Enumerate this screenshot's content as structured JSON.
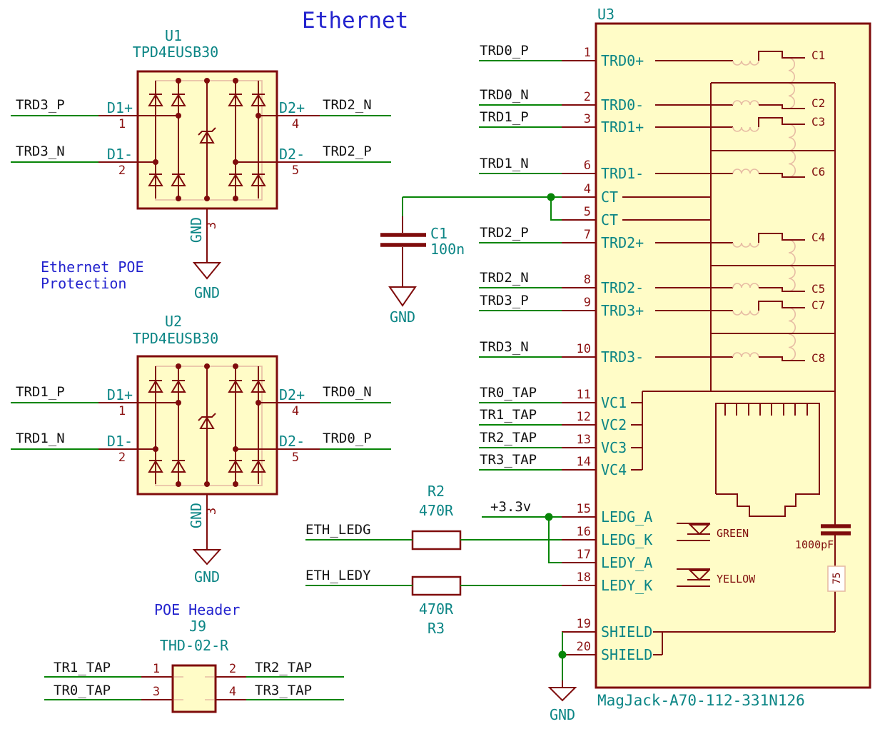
{
  "title": "Ethernet",
  "notes": {
    "poe_protection_line1": "Ethernet POE",
    "poe_protection_line2": "Protection",
    "poe_header": "POE Header"
  },
  "colors": {
    "wire_green": "#078507",
    "symbol_red": "#7F0C0C",
    "body_yellow": "#FFFCC7",
    "pin_name_teal": "#0B8585",
    "note_blue": "#2323CE",
    "net_label_black": "#141414",
    "winding_salmon": "#E7BCA4"
  },
  "u1": {
    "ref": "U1",
    "value": "TPD4EUSB30",
    "gnd_flag": "GND",
    "pin_names": [
      "D1+",
      "D1-",
      "D2+",
      "D2-",
      "GND"
    ],
    "pin_numbers": [
      "1",
      "2",
      "4",
      "5",
      "3"
    ],
    "nets": {
      "left1": "TRD3_P",
      "left2": "TRD3_N",
      "right1": "TRD2_N",
      "right2": "TRD2_P"
    }
  },
  "u2": {
    "ref": "U2",
    "value": "TPD4EUSB30",
    "gnd_flag": "GND",
    "pin_names": [
      "D1+",
      "D1-",
      "D2+",
      "D2-",
      "GND"
    ],
    "pin_numbers": [
      "1",
      "2",
      "4",
      "5",
      "3"
    ],
    "nets": {
      "left1": "TRD1_P",
      "left2": "TRD1_N",
      "right1": "TRD0_N",
      "right2": "TRD0_P"
    }
  },
  "j9": {
    "ref": "J9",
    "value": "THD-02-R",
    "pin_numbers": [
      "1",
      "2",
      "3",
      "4"
    ],
    "nets": {
      "left1": "TR1_TAP",
      "left2": "TR0_TAP",
      "right1": "TR2_TAP",
      "right2": "TR3_TAP"
    }
  },
  "c1": {
    "ref": "C1",
    "value": "100n",
    "gnd_flag": "GND"
  },
  "r2": {
    "ref": "R2",
    "value": "470R"
  },
  "r3": {
    "ref": "R3",
    "value": "470R"
  },
  "power_net": "+3.3v",
  "led_nets": {
    "green": "ETH_LEDG",
    "yellow": "ETH_LEDY"
  },
  "u3": {
    "ref": "U3",
    "value": "MagJack-A70-112-331N126",
    "gnd_flag": "GND",
    "pins": [
      {
        "number": "1",
        "name": "TRD0+"
      },
      {
        "number": "2",
        "name": "TRD0-"
      },
      {
        "number": "3",
        "name": "TRD1+"
      },
      {
        "number": "6",
        "name": "TRD1-"
      },
      {
        "number": "4",
        "name": "CT"
      },
      {
        "number": "5",
        "name": "CT"
      },
      {
        "number": "7",
        "name": "TRD2+"
      },
      {
        "number": "8",
        "name": "TRD2-"
      },
      {
        "number": "9",
        "name": "TRD3+"
      },
      {
        "number": "10",
        "name": "TRD3-"
      },
      {
        "number": "11",
        "name": "VC1"
      },
      {
        "number": "12",
        "name": "VC2"
      },
      {
        "number": "13",
        "name": "VC3"
      },
      {
        "number": "14",
        "name": "VC4"
      },
      {
        "number": "15",
        "name": "LEDG_A"
      },
      {
        "number": "16",
        "name": "LEDG_K"
      },
      {
        "number": "17",
        "name": "LEDY_A"
      },
      {
        "number": "18",
        "name": "LEDY_K"
      },
      {
        "number": "19",
        "name": "SHIELD"
      },
      {
        "number": "20",
        "name": "SHIELD"
      }
    ],
    "left_labels": [
      "TRD0_P",
      "TRD0_N",
      "TRD1_P",
      "TRD1_N",
      "TRD2_P",
      "TRD2_N",
      "TRD3_P",
      "TRD3_N",
      "TR0_TAP",
      "TR1_TAP",
      "TR2_TAP",
      "TR3_TAP"
    ],
    "internal": {
      "caps": [
        "C1",
        "C2",
        "C3",
        "C6",
        "C4",
        "C5",
        "C7",
        "C8"
      ],
      "led_green": "GREEN",
      "led_yellow": "YELLOW",
      "cap_value": "1000pF",
      "term_value": "75"
    }
  }
}
